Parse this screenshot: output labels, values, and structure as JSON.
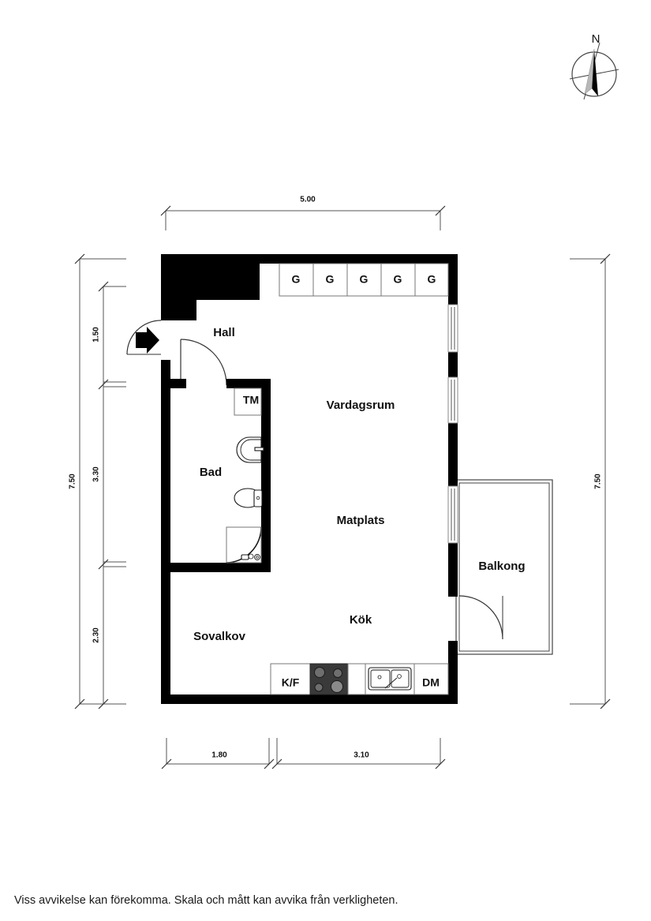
{
  "plan": {
    "caption": "Viss avvikelse kan förekomma. Skala och mått kan avvika från verkligheten.",
    "compass": {
      "north_label": "N"
    },
    "rooms": [
      {
        "key": "hall",
        "label": "Hall"
      },
      {
        "key": "vardagsrum",
        "label": "Vardagsrum"
      },
      {
        "key": "matplats",
        "label": "Matplats"
      },
      {
        "key": "kok",
        "label": "Kök"
      },
      {
        "key": "bad",
        "label": "Bad"
      },
      {
        "key": "sovalkov",
        "label": "Sovalkov"
      },
      {
        "key": "balkong",
        "label": "Balkong"
      }
    ],
    "appliances": [
      {
        "key": "tvattmaskin",
        "label": "TM"
      },
      {
        "key": "kyl_frys",
        "label": "K/F"
      },
      {
        "key": "diskmaskin",
        "label": "DM"
      }
    ],
    "wardrobes": [
      {
        "label": "G"
      },
      {
        "label": "G"
      },
      {
        "label": "G"
      },
      {
        "label": "G"
      },
      {
        "label": "G"
      }
    ],
    "dimensions": {
      "top": [
        {
          "key": "top-width",
          "value": "5.00"
        }
      ],
      "right": [
        {
          "key": "right-height",
          "value": "7.50"
        }
      ],
      "left_outer": [
        {
          "key": "left-total",
          "value": "7.50"
        }
      ],
      "left_inner": [
        {
          "key": "left-seg-1",
          "value": "1.50"
        },
        {
          "key": "left-seg-2",
          "value": "3.30"
        },
        {
          "key": "left-seg-3",
          "value": "2.30"
        }
      ],
      "bottom": [
        {
          "key": "bottom-seg-1",
          "value": "1.80"
        },
        {
          "key": "bottom-seg-2",
          "value": "3.10"
        }
      ]
    },
    "colors": {
      "wall": "#000000",
      "background": "#ffffff",
      "text": "#111111",
      "dimension_line": "#555555",
      "stove_panel": "#3a3a3a"
    }
  }
}
